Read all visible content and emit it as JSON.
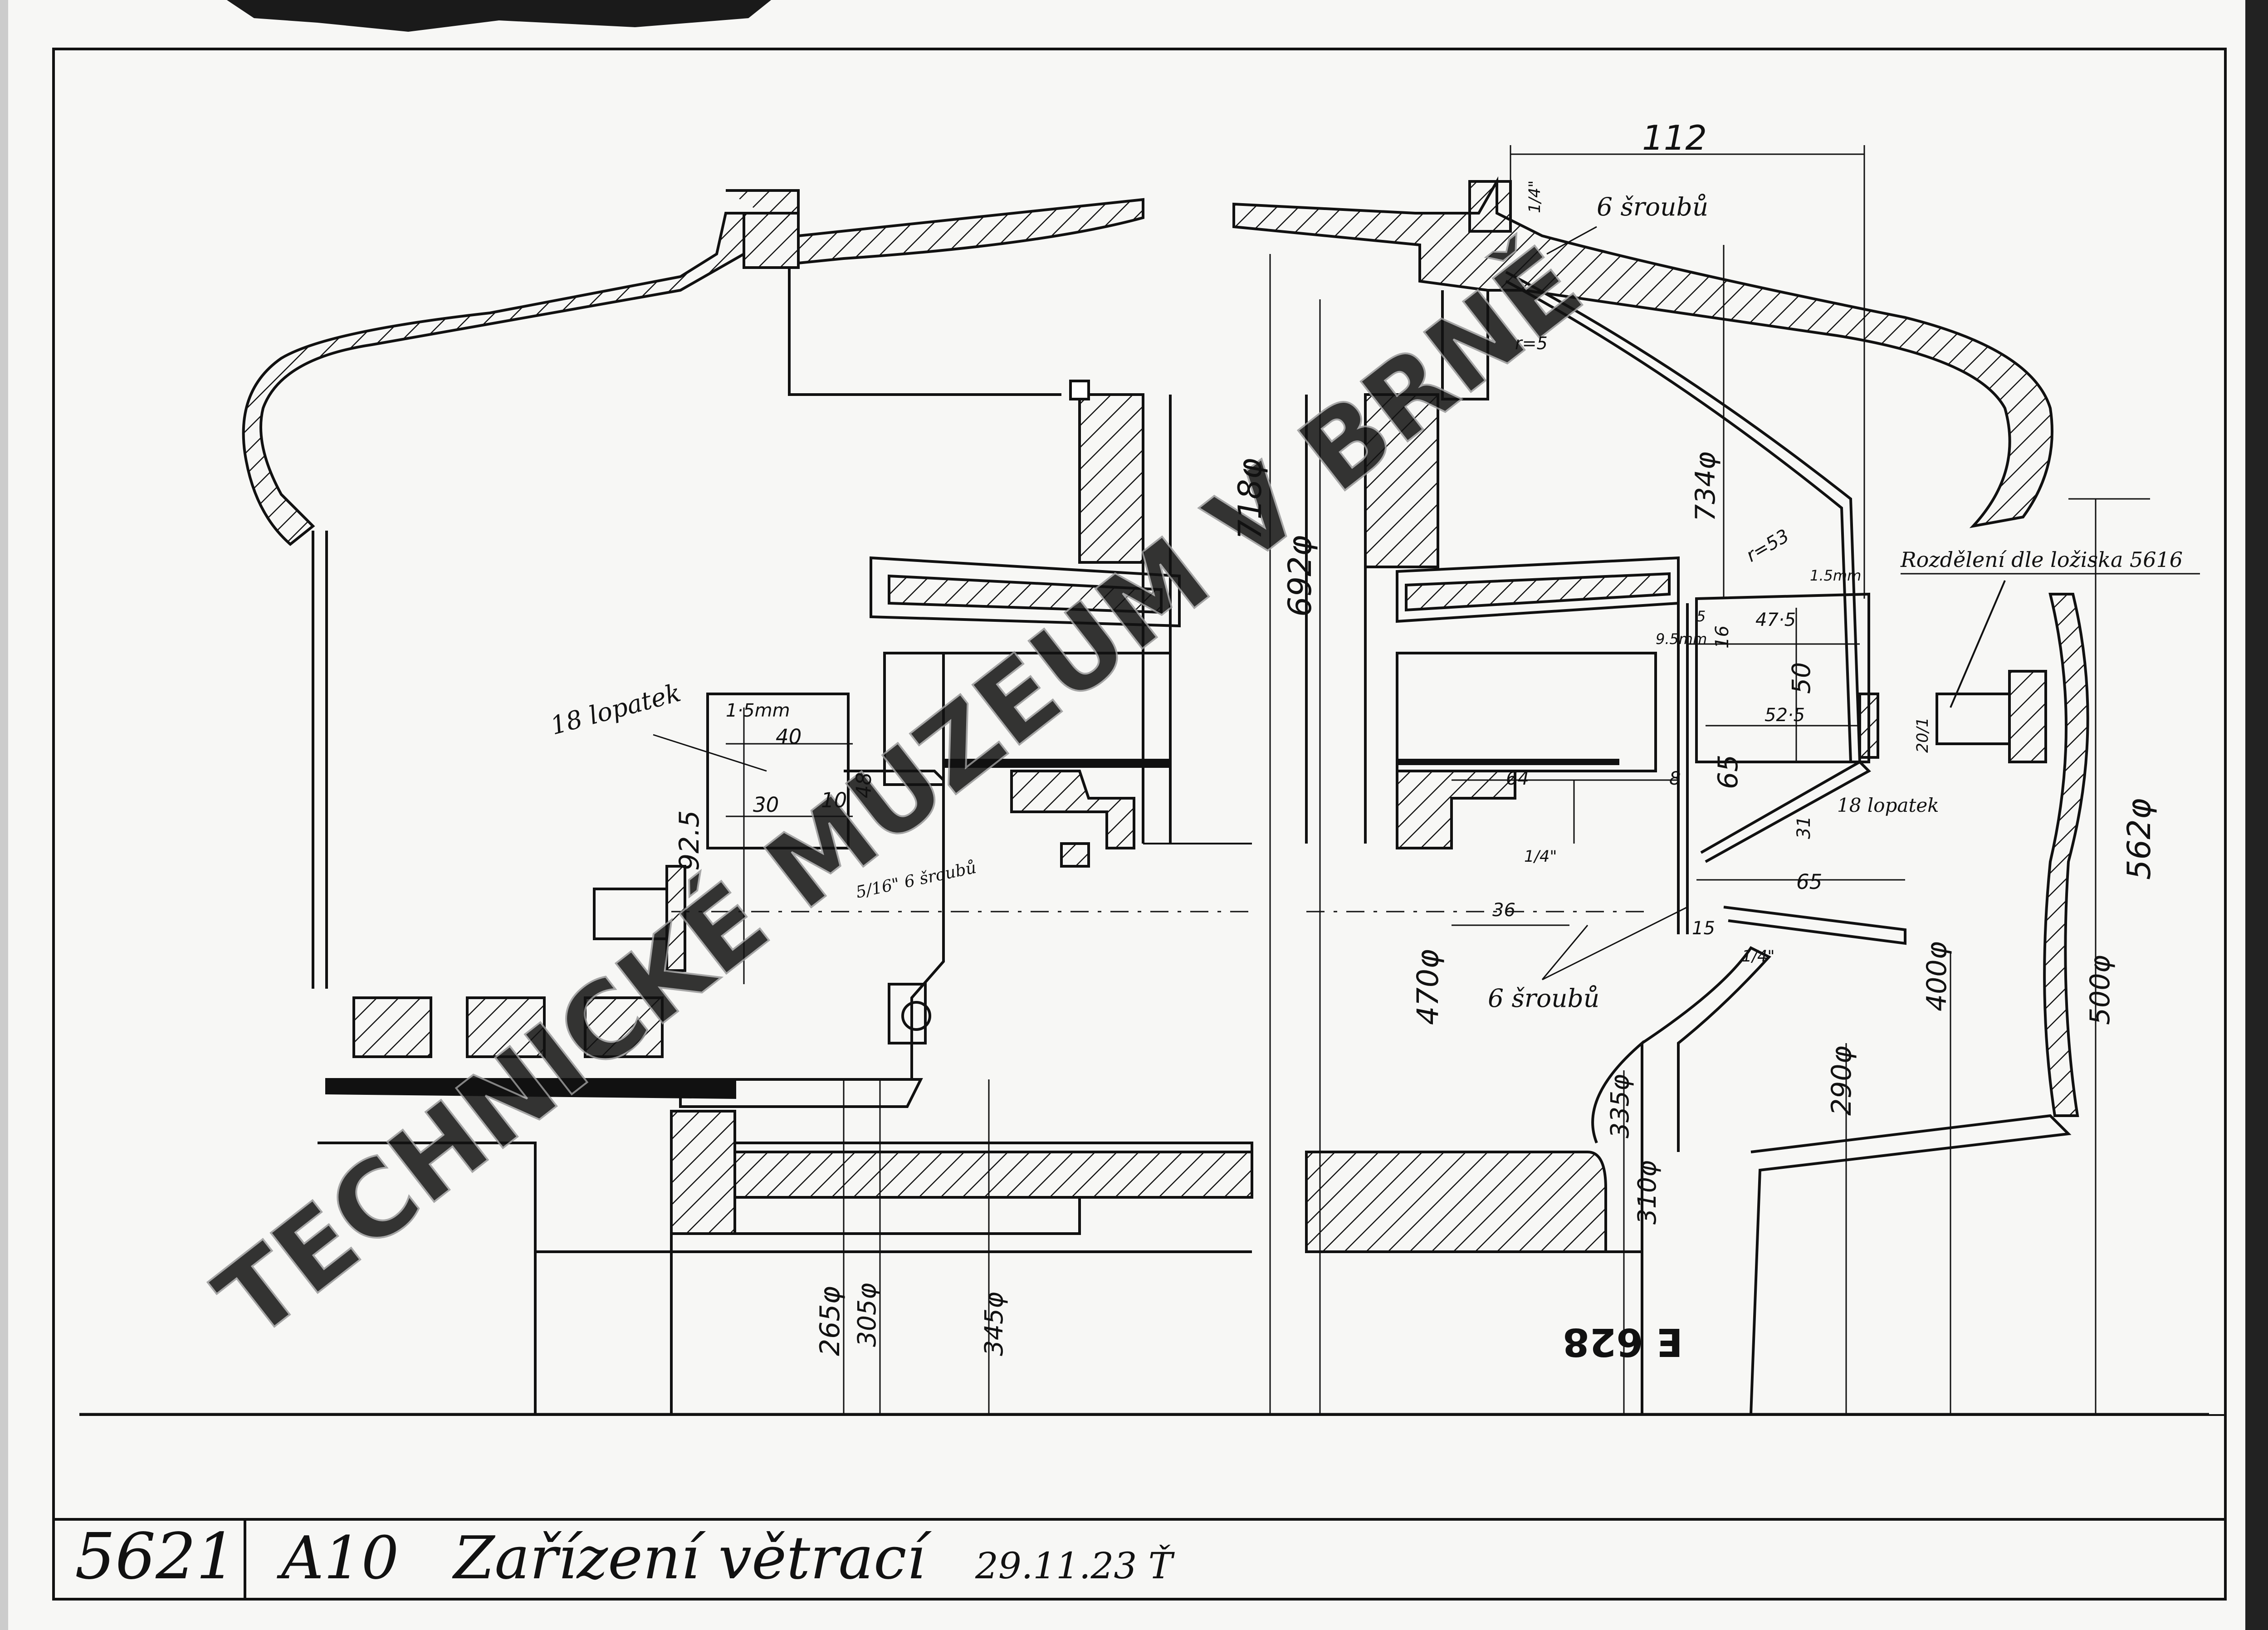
{
  "title_block": {
    "drawing_number": "5621",
    "code": "A10",
    "title": "Zařízení větrací",
    "date": "29.11.23 Ť"
  },
  "watermark": "TECHNICKÉ MUZEUM V BRNĚ",
  "stamp_number": "E 628",
  "dimensions": {
    "top_width": "112",
    "dia_718": "718φ",
    "dia_692": "692φ",
    "dia_734": "734φ",
    "dia_562": "562φ",
    "dia_500": "500φ",
    "dia_470": "470φ",
    "dia_400": "400φ",
    "dia_335": "335φ",
    "dia_310": "310φ",
    "dia_290": "290φ",
    "dia_265": "265φ",
    "dia_305": "305φ",
    "dia_345": "345φ",
    "d_925": "92.5",
    "d_40": "40",
    "d_30": "30",
    "d_10": "10",
    "d_48": "48",
    "d_15mm_left": "1·5mm",
    "d_64": "64",
    "d_8": "8",
    "d_65a": "65",
    "d_65b": "65",
    "d_50": "50",
    "d_475": "47·5",
    "d_525": "52·5",
    "d_16": "16",
    "d_95": "9.5mm",
    "d_15mm_right": "1.5mm",
    "d_31": "31",
    "d_36": "36",
    "d_15": "15",
    "d_5": "5",
    "d_201": "20/1",
    "r_53": "r=53",
    "r_5": "r=5",
    "quarter_a": "1/4\"",
    "quarter_b": "1/4\"",
    "quarter_c": "1/4\""
  },
  "notes": {
    "blades_left": "18 lopatek",
    "blades_right": "18 lopatek",
    "screws_top": "6 šroubů",
    "screws_bottom": "6 šroubů",
    "bolts_left": "5/16\" 6 šroubů",
    "bearing_note": "Rozdělení dle ložiska 5616"
  }
}
